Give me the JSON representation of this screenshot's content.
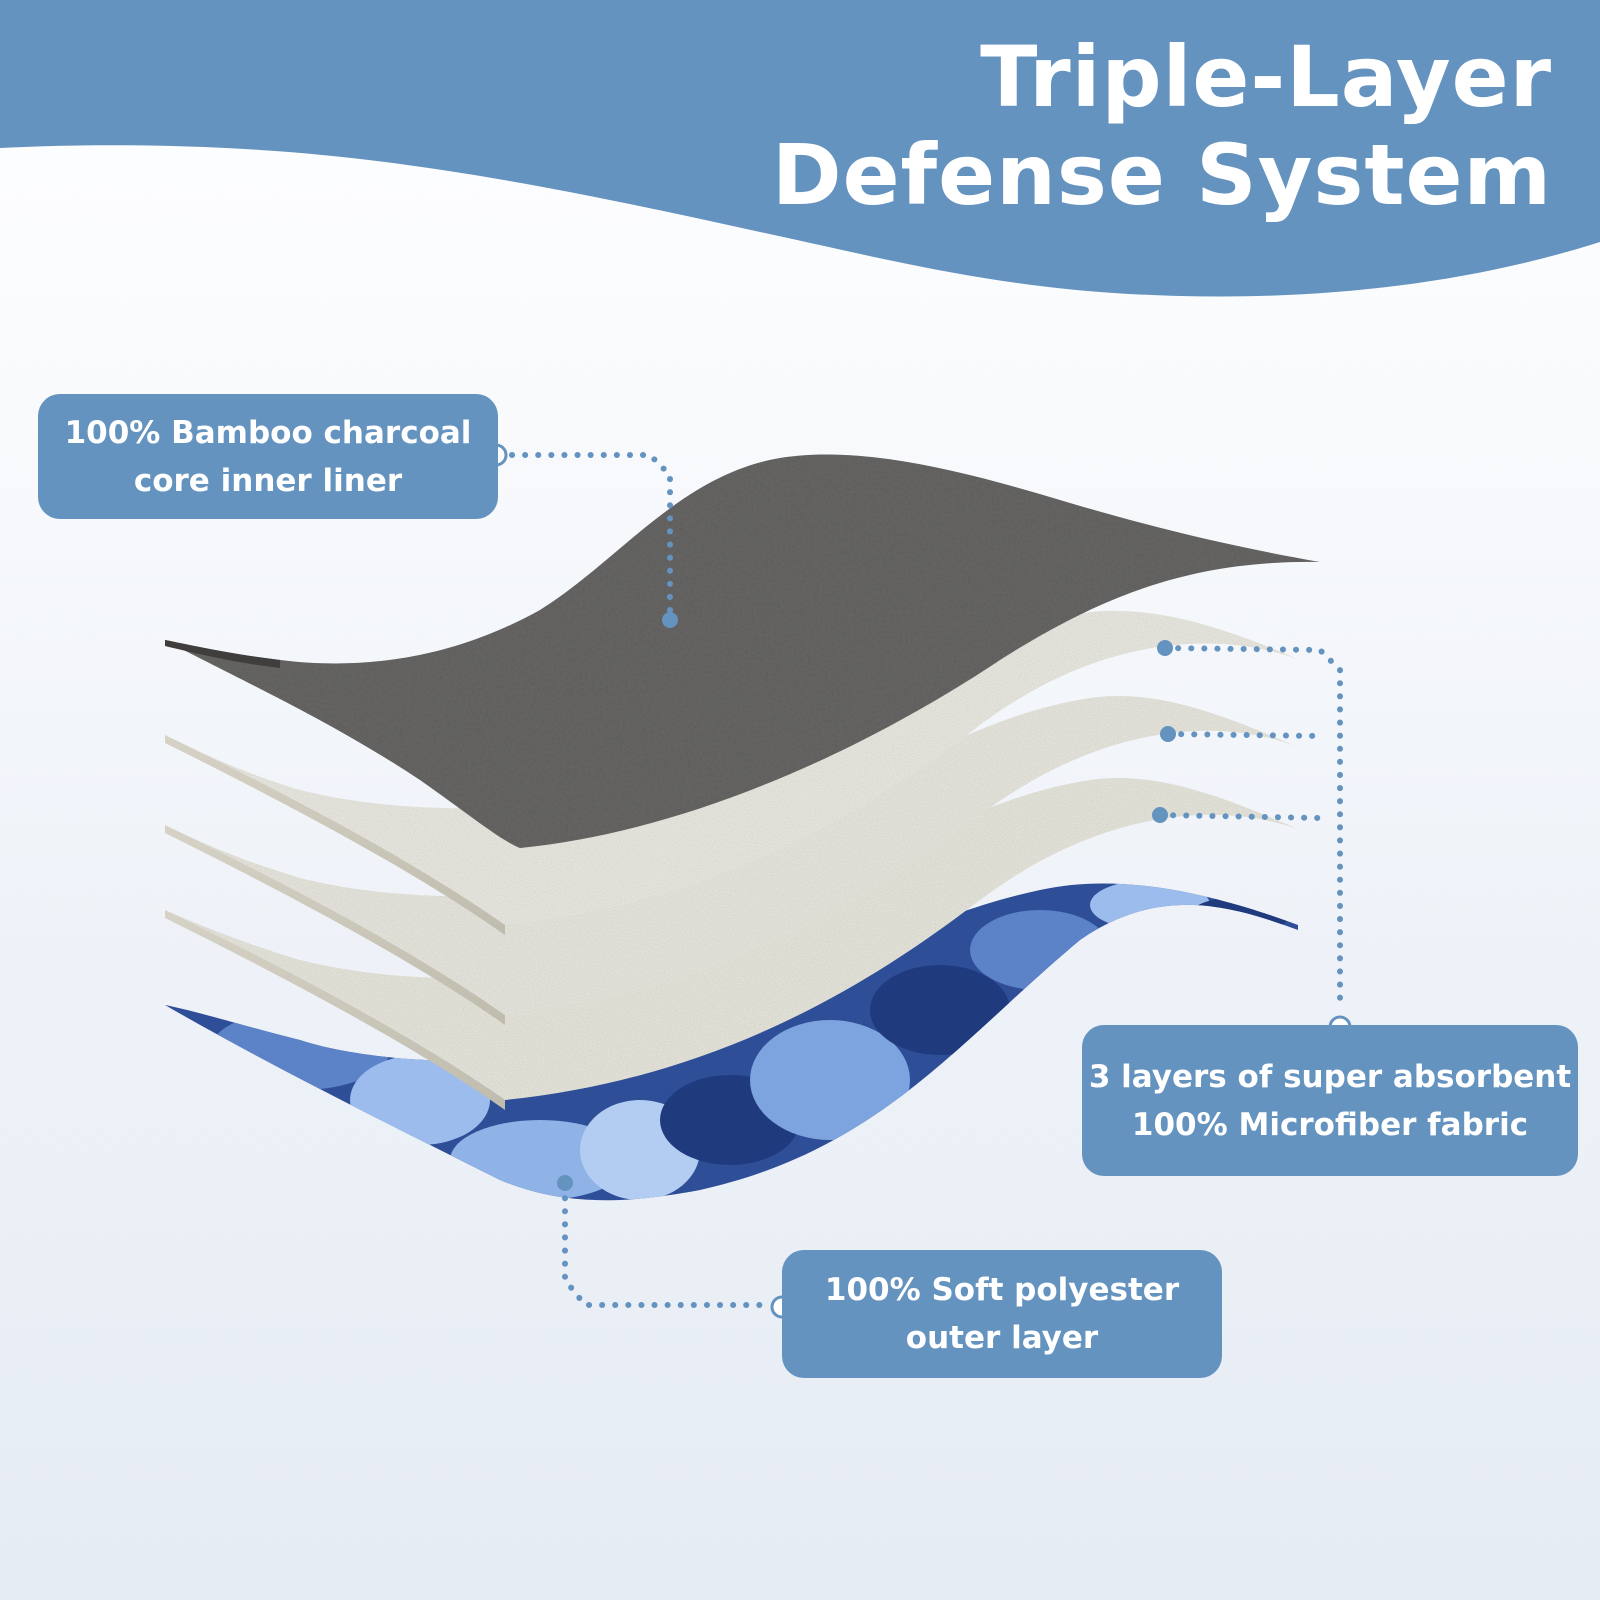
{
  "header": {
    "title_line1": "Triple-Layer",
    "title_line2": "Defense System"
  },
  "callouts": {
    "bamboo": {
      "line1": "100% Bamboo charcoal",
      "line2": "core inner liner"
    },
    "microfiber": {
      "line1": "3 layers of super absorbent",
      "line2": "100% Microfiber fabric"
    },
    "polyester": {
      "line1": "100% Soft polyester",
      "line2": "outer layer"
    }
  },
  "colors": {
    "accent": "#6593bf",
    "charcoal": "#5e5d5b",
    "microfiber": "#ecebe1",
    "polyester_dark": "#28478f",
    "polyester_light": "#8fb3e6"
  }
}
